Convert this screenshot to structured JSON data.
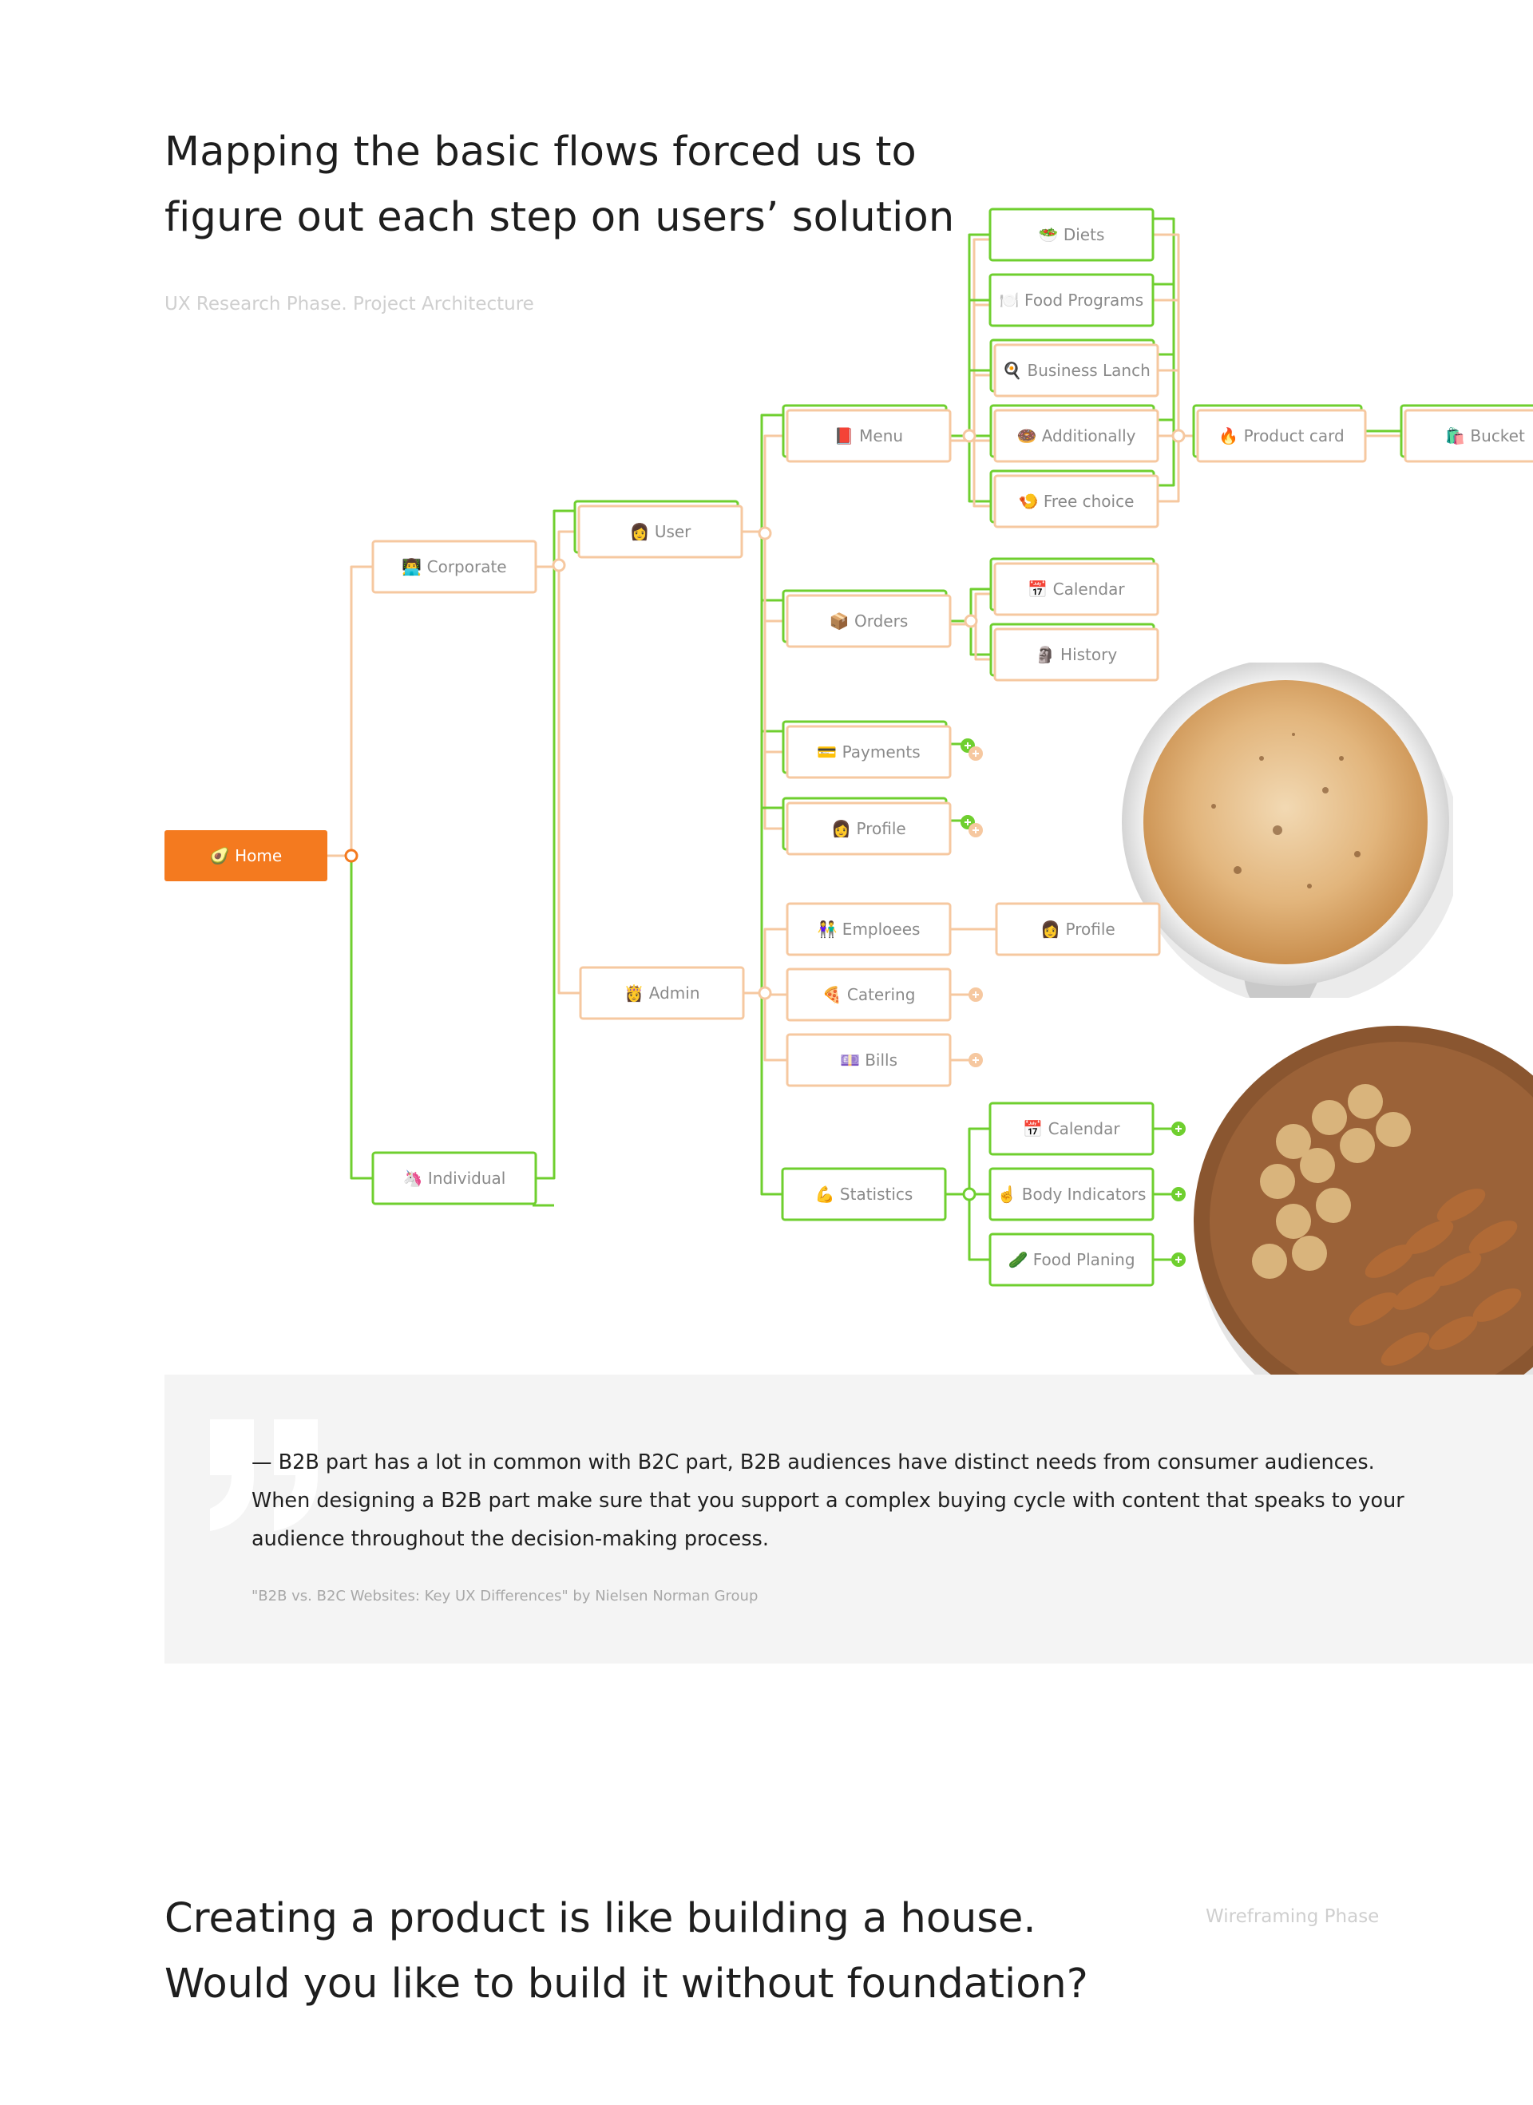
{
  "header": {
    "title_line1": "Mapping the basic flows forced us to",
    "title_line2": "figure out each step on users’ solution",
    "caption": "UX Research Phase. Project  Architecture"
  },
  "flow": {
    "colors": {
      "orange": "#f47a1f",
      "orange_line": "#f6c8a0",
      "green": "#6fcf2f",
      "home_text": "#ffffff",
      "node_text": "#8a8a8a"
    },
    "nodes": [
      {
        "id": "home",
        "label": "🥑 Home",
        "kind": "primary"
      },
      {
        "id": "corporate",
        "label": "👨‍💻 Corporate",
        "kind": "orange"
      },
      {
        "id": "individual",
        "label": "🦄 Individual",
        "kind": "green"
      },
      {
        "id": "user",
        "label": "👩 User",
        "kind": "mixed"
      },
      {
        "id": "admin",
        "label": "👸 Admin",
        "kind": "orange"
      },
      {
        "id": "menu",
        "label": "📕 Menu",
        "kind": "mixed"
      },
      {
        "id": "orders",
        "label": "📦 Orders",
        "kind": "mixed"
      },
      {
        "id": "payments",
        "label": "💳 Payments",
        "kind": "mixed"
      },
      {
        "id": "profile_user",
        "label": "👩 Profile",
        "kind": "mixed"
      },
      {
        "id": "emploees",
        "label": "👫 Emploees",
        "kind": "orange"
      },
      {
        "id": "catering",
        "label": "🍕 Catering",
        "kind": "orange"
      },
      {
        "id": "bills",
        "label": "💷 Bills",
        "kind": "orange"
      },
      {
        "id": "statistics",
        "label": "💪 Statistics",
        "kind": "green"
      },
      {
        "id": "diets",
        "label": "🥗 Diets",
        "kind": "green"
      },
      {
        "id": "food_programs",
        "label": "🍽️ Food Programs",
        "kind": "green"
      },
      {
        "id": "business_lanch",
        "label": "🍳 Business Lanch",
        "kind": "mixed"
      },
      {
        "id": "additionally",
        "label": "🍩 Additionally",
        "kind": "mixed"
      },
      {
        "id": "free_choice",
        "label": "🍤 Free choice",
        "kind": "mixed"
      },
      {
        "id": "calendar_orders",
        "label": "📅 Calendar",
        "kind": "mixed"
      },
      {
        "id": "history",
        "label": "🗿 History",
        "kind": "mixed"
      },
      {
        "id": "profile_admin",
        "label": "👩 Profile",
        "kind": "orange"
      },
      {
        "id": "product_card",
        "label": "🔥 Product card",
        "kind": "mixed"
      },
      {
        "id": "bucket",
        "label": "🛍️ Bucket",
        "kind": "mixed"
      },
      {
        "id": "calendar_stats",
        "label": "📅 Calendar",
        "kind": "green"
      },
      {
        "id": "body_indicators",
        "label": "☝️ Body Indicators",
        "kind": "green"
      },
      {
        "id": "food_planing",
        "label": "🥒 Food Planing",
        "kind": "green"
      }
    ]
  },
  "quote": {
    "text": "— B2B part has a lot in common with B2C part, B2B audiences have distinct needs from consumer audiences. When designing a B2B part make sure that you support a complex buying cycle with content that speaks to your audience throughout the decision-making process.",
    "source": "\"B2B vs. B2C Websites: Key UX Differences\" by Nielsen Norman Group"
  },
  "section2": {
    "title_line1": "Creating a product is like building a house.",
    "title_line2": "Would you like to build it without foundation?",
    "phase": "Wireframing Phase"
  }
}
